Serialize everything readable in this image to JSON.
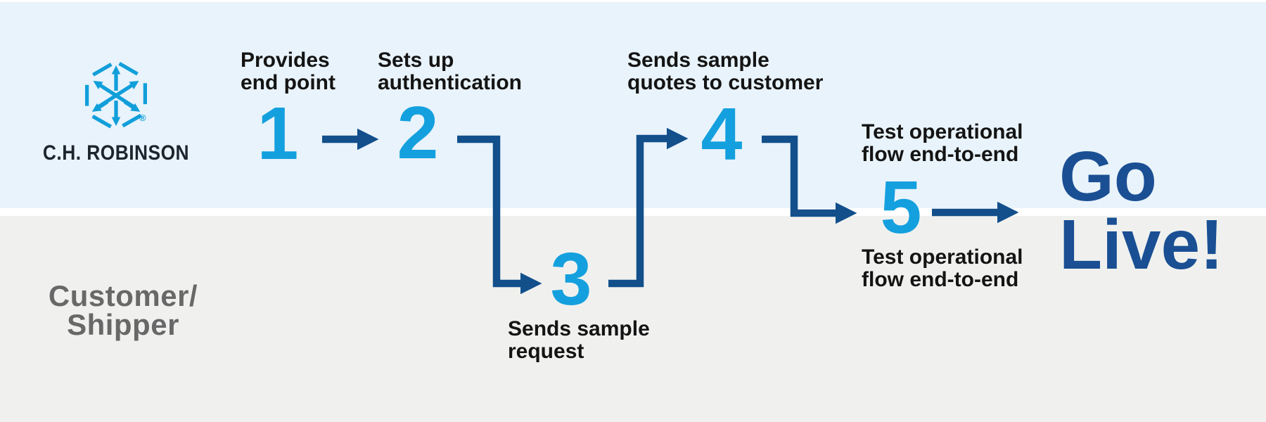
{
  "colors": {
    "top_band": "#e9f3fb",
    "bottom_band": "#f0f1ef",
    "divider": "#ffffff",
    "step_number": "#14a0de",
    "arrow": "#124f8b",
    "go_live": "#1a4f93",
    "logo": "#119fda",
    "wordmark_text": "#1d242d",
    "label_text": "#141414",
    "customer_text": "#686868"
  },
  "brand": {
    "name": "C.H. ROBINSON",
    "registered_mark": "®",
    "logo_icon": "hexagon-with-radiating-arrows"
  },
  "lanes": {
    "customer_line1": "Customer/",
    "customer_line2": "Shipper"
  },
  "steps": [
    {
      "number": "1",
      "label_line1": "Provides",
      "label_line2": "end point"
    },
    {
      "number": "2",
      "label_line1": "Sets up",
      "label_line2": "authentication"
    },
    {
      "number": "3",
      "label_line1": "Sends sample",
      "label_line2": "request"
    },
    {
      "number": "4",
      "label_line1": "Sends sample",
      "label_line2": "quotes to customer"
    },
    {
      "number": "5",
      "label_top_line1": "Test operational",
      "label_top_line2": "flow end-to-end",
      "label_bottom_line1": "Test operational",
      "label_bottom_line2": "flow end-to-end"
    }
  ],
  "outcome": {
    "line1": "Go",
    "line2": "Live!"
  }
}
